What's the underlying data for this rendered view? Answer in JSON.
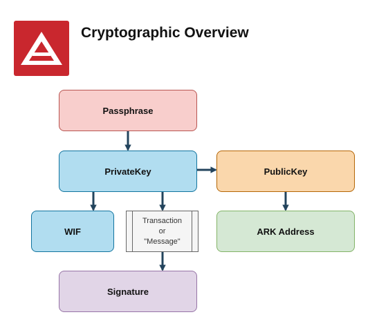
{
  "header": {
    "title": "Cryptographic Overview"
  },
  "logo": {
    "icon": "ark-logo-icon",
    "background_color": "#c9272e"
  },
  "nodes": {
    "passphrase": "Passphrase",
    "privatekey": "PrivateKey",
    "publickey": "PublicKey",
    "wif": "WIF",
    "ark_address": "ARK Address",
    "signature": "Signature",
    "transaction": [
      "Transaction",
      "or",
      "\"Message\""
    ]
  },
  "edges": [
    {
      "from": "Passphrase",
      "to": "PrivateKey"
    },
    {
      "from": "PrivateKey",
      "to": "PublicKey"
    },
    {
      "from": "PrivateKey",
      "to": "WIF"
    },
    {
      "from": "PrivateKey",
      "to": "Transaction or \"Message\""
    },
    {
      "from": "PublicKey",
      "to": "ARK Address"
    },
    {
      "from": "Transaction or \"Message\"",
      "to": "Signature"
    }
  ],
  "colors": {
    "arrow": "#23445d",
    "passphrase_fill": "#f8cecc",
    "privatekey_fill": "#b1ddf0",
    "publickey_fill": "#fad7ac",
    "ark_address_fill": "#d5e8d4",
    "signature_fill": "#e1d5e7"
  }
}
